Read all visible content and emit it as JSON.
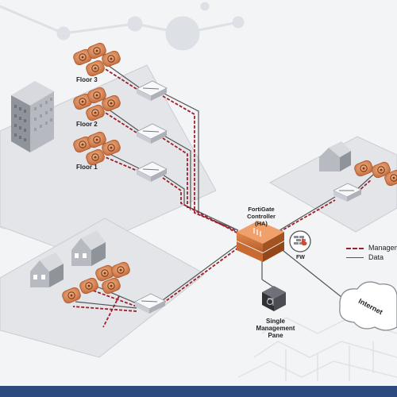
{
  "labels": {
    "floor3": "Floor 3",
    "floor2": "Floor 2",
    "floor1": "Floor 1",
    "controller": "FortiGate Controller (HA)",
    "fw": "FW",
    "pane": "Single Management Pane",
    "internet": "Internet"
  },
  "legend": {
    "management": "Management",
    "data": "Data"
  },
  "colors": {
    "management_line": "#9e1f2a",
    "data_line": "#555555",
    "ap_orange": "#d98a57",
    "platform": "#e2e4e8",
    "footer": "#2c4a7e"
  }
}
